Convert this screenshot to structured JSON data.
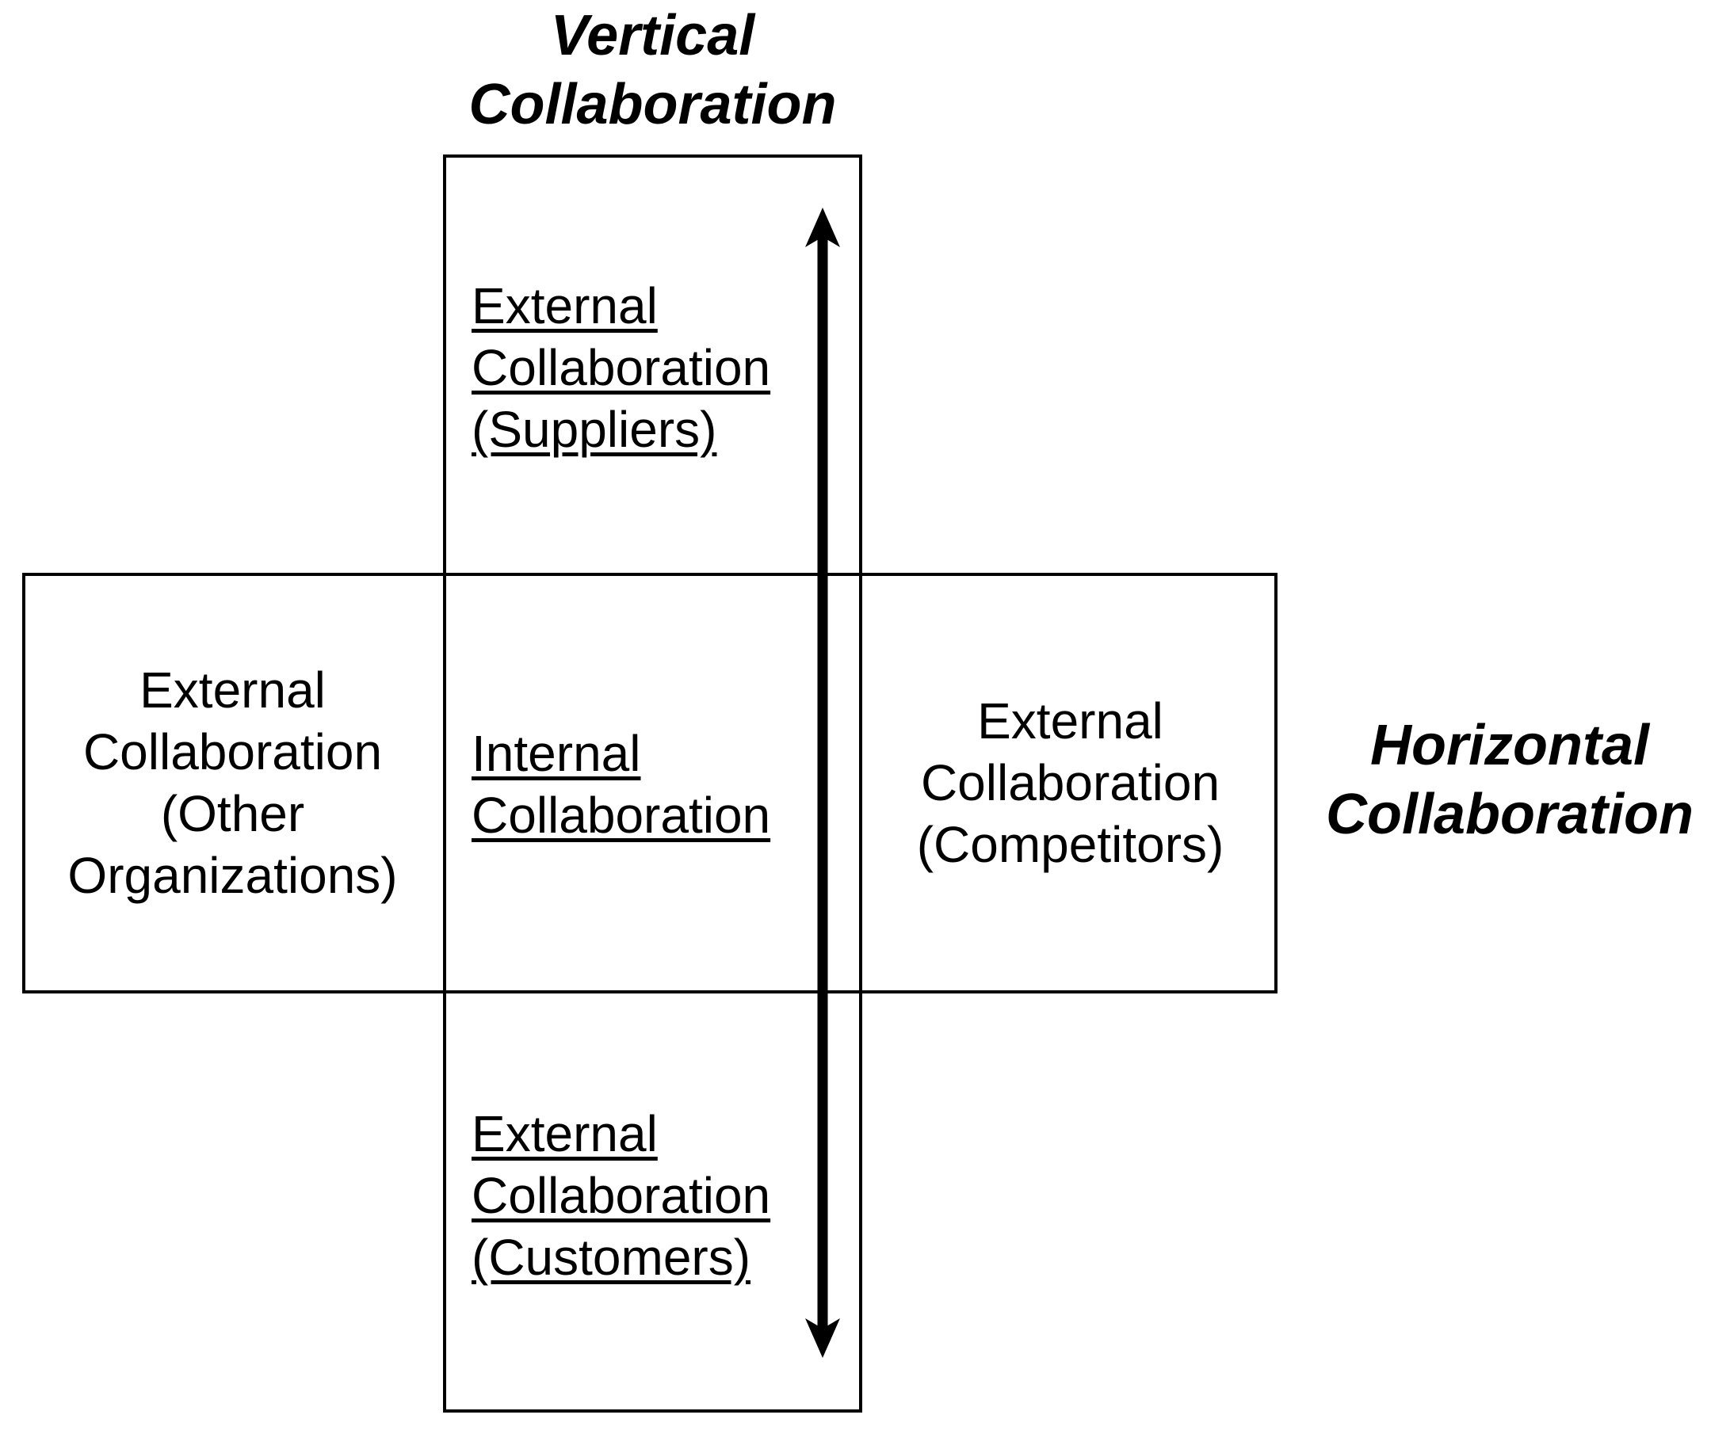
{
  "diagram": {
    "background_color": "#ffffff",
    "line_color": "#000000",
    "vertical_axis_title": {
      "line1": "Vertical",
      "line2": "Collaboration"
    },
    "horizontal_axis_title": {
      "line1": "Horizontal",
      "line2": "Collaboration"
    },
    "cells": {
      "suppliers": {
        "lines": [
          "External",
          "Collaboration",
          "(Suppliers)"
        ]
      },
      "internal": {
        "lines": [
          "Internal",
          "Collaboration"
        ]
      },
      "customers": {
        "lines": [
          "External",
          "Collaboration",
          "(Customers)"
        ]
      },
      "other_organizations": {
        "lines": [
          "External",
          "Collaboration",
          "(Other",
          "Organizations)"
        ]
      },
      "competitors": {
        "lines": [
          "External",
          "Collaboration",
          "(Competitors)"
        ]
      }
    },
    "icons": {
      "double_arrow": "double-headed-vertical-arrow"
    }
  }
}
